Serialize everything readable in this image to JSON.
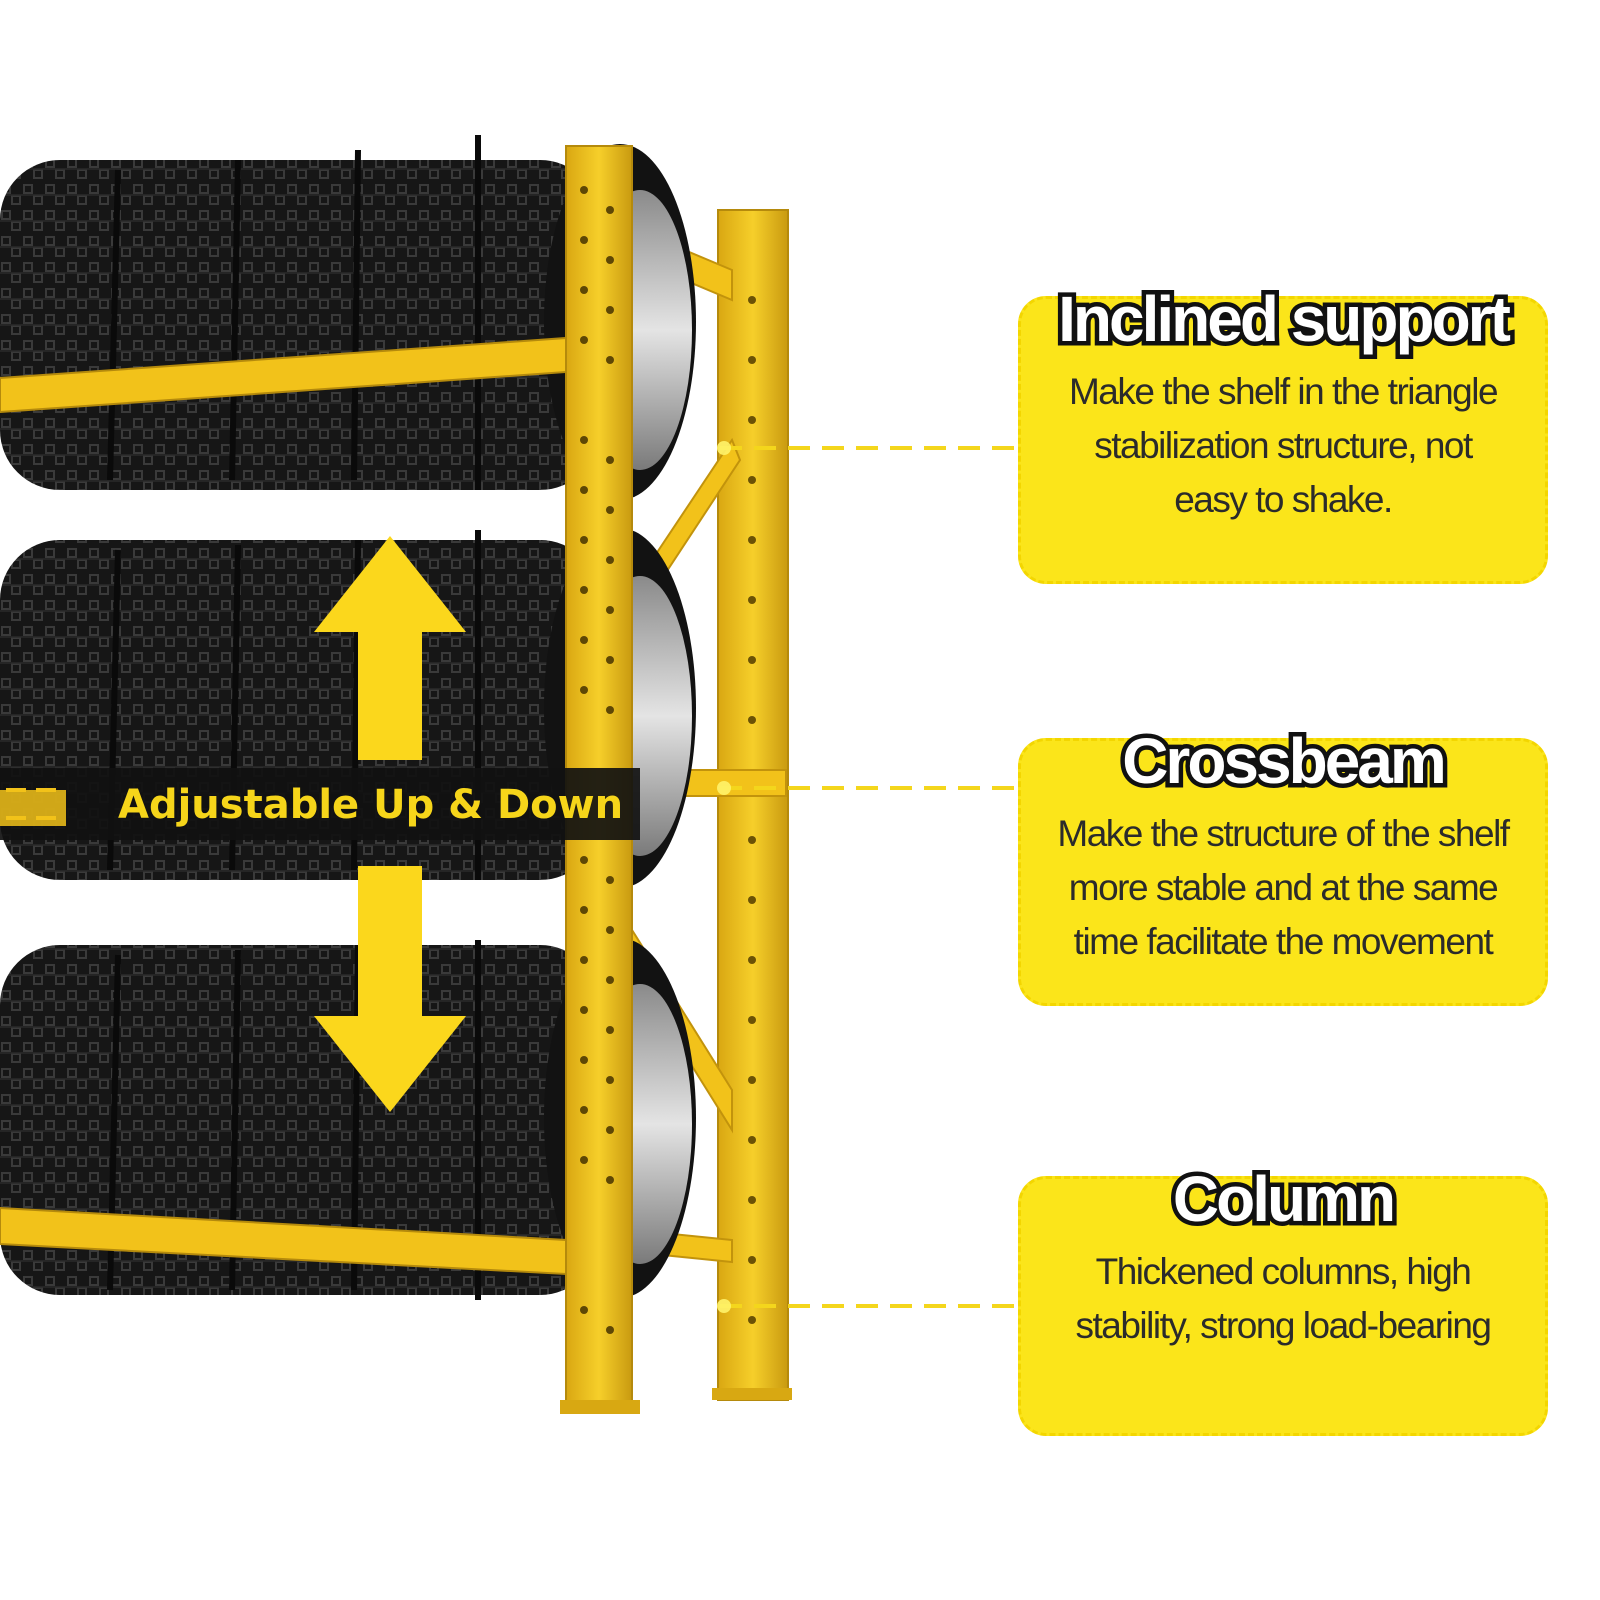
{
  "colors": {
    "rack_yellow": "#f2c21a",
    "callout_yellow": "#fbe51a",
    "tire_black": "#151515",
    "leader_line": "#f4d61c"
  },
  "adjust": {
    "label": "Adjustable Up & Down",
    "icon": "double-arrow-up-down-icon"
  },
  "callouts": [
    {
      "title": "Inclined support",
      "lines": [
        "Make the shelf in the triangle",
        "stabilization structure, not",
        "easy to shake."
      ]
    },
    {
      "title": "Crossbeam",
      "lines": [
        "Make the structure of the shelf",
        "more stable and at the same",
        "time facilitate the movement"
      ]
    },
    {
      "title": "Column",
      "lines": [
        "Thickened columns, high",
        "stability, strong load-bearing"
      ]
    }
  ]
}
